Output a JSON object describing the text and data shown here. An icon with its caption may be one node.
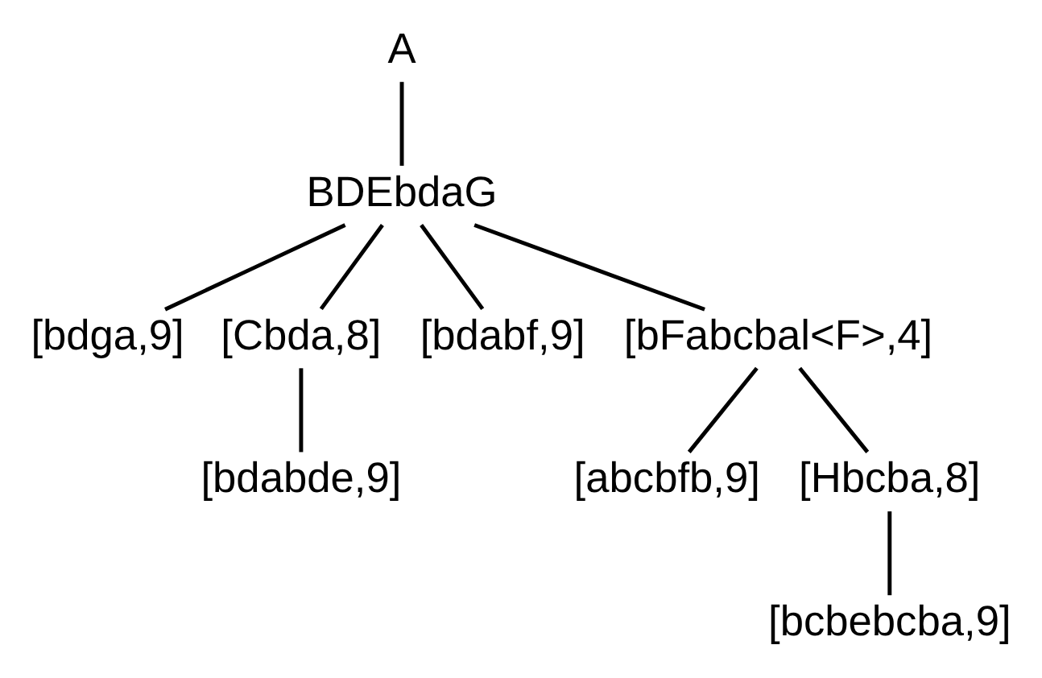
{
  "diagram": {
    "nodes": [
      {
        "text": [
          "A"
        ]
      },
      {
        "text": [
          "BDEbdaG"
        ]
      },
      {
        "text": [
          "[bdga,9]"
        ]
      },
      {
        "text": [
          "[Cbda,8]"
        ]
      },
      {
        "text": [
          "[bdabf,9]"
        ]
      },
      {
        "text": [
          "[bFabcbal<F>,4]"
        ]
      },
      {
        "text": [
          "[bdabde,9]"
        ]
      },
      {
        "text": [
          "[abcbfb,9]"
        ]
      },
      {
        "text": [
          "[Hbcba,8]"
        ]
      },
      {
        "text": [
          "[bcbebcba,9]"
        ]
      }
    ],
    "edges": [
      {
        "from": 0,
        "to": 1,
        "arrow": "none"
      },
      {
        "from": 1,
        "to": 2,
        "arrow": "none"
      },
      {
        "from": 1,
        "to": 3,
        "arrow": "none"
      },
      {
        "from": 1,
        "to": 4,
        "arrow": "none"
      },
      {
        "from": 1,
        "to": 5,
        "arrow": "none"
      },
      {
        "from": 3,
        "to": 6,
        "arrow": "none"
      },
      {
        "from": 5,
        "to": 7,
        "arrow": "none"
      },
      {
        "from": 5,
        "to": 8,
        "arrow": "none"
      },
      {
        "from": 8,
        "to": 9,
        "arrow": "none"
      }
    ]
  }
}
